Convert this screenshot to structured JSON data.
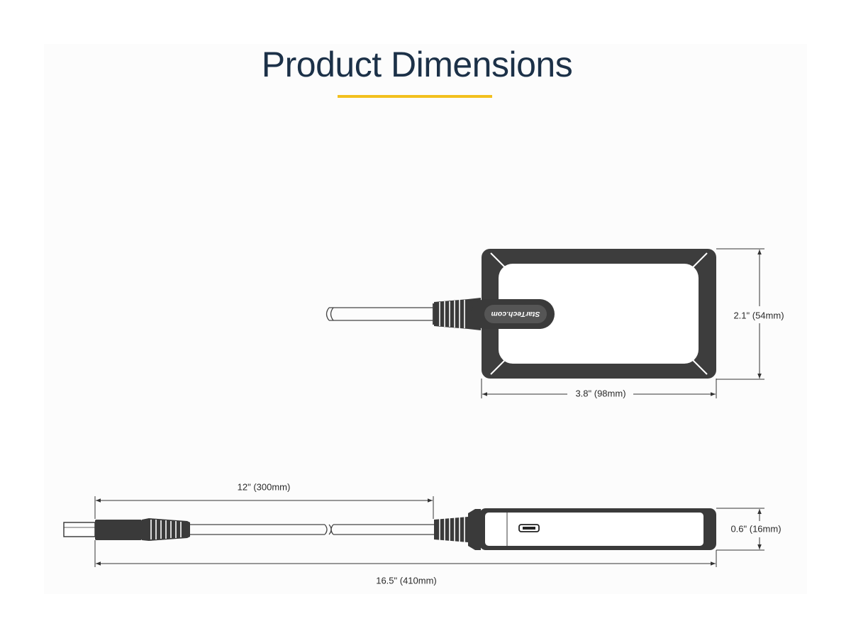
{
  "title": "Product Dimensions",
  "colors": {
    "accent": "#f2c01e",
    "title": "#1c3148",
    "line": "#333333",
    "device": "#3a3a3a"
  },
  "device_logo": "StarTech.com",
  "dimensions": {
    "top_width": "3.8\" (98mm)",
    "top_height": "2.1\" (54mm)",
    "cable_length": "12\" (300mm)",
    "side_height": "0.6\" (16mm)",
    "total_length": "16.5\" (410mm)"
  }
}
